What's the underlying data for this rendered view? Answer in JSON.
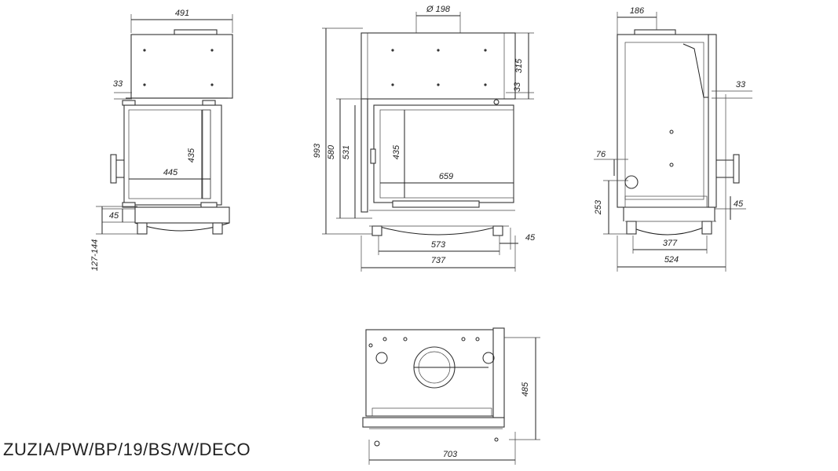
{
  "model_name": "ZUZIA/PW/BP/19/BS/W/DECO",
  "views": {
    "front": {
      "dims": {
        "width": "491",
        "top_offset": "33",
        "glass_height": "435",
        "glass_width": "445",
        "bottom_offset": "45",
        "leg_range": "127-144"
      }
    },
    "right_front": {
      "dims": {
        "flue_diameter": "Ø 198",
        "total_height": "993",
        "door_top_height": "580",
        "glass_frame_height": "531",
        "glass_height": "435",
        "glass_width": "659",
        "top_height": "315",
        "top_offset": "33",
        "inner_width": "573",
        "side_offset": "45",
        "total_width": "737"
      }
    },
    "side": {
      "dims": {
        "top_width": "186",
        "top_offset": "33",
        "inlet_height": "76",
        "inlet_level": "253",
        "bottom_offset": "45",
        "inner_depth": "377",
        "total_depth": "524"
      }
    },
    "top": {
      "dims": {
        "depth": "485",
        "width": "703"
      }
    }
  }
}
